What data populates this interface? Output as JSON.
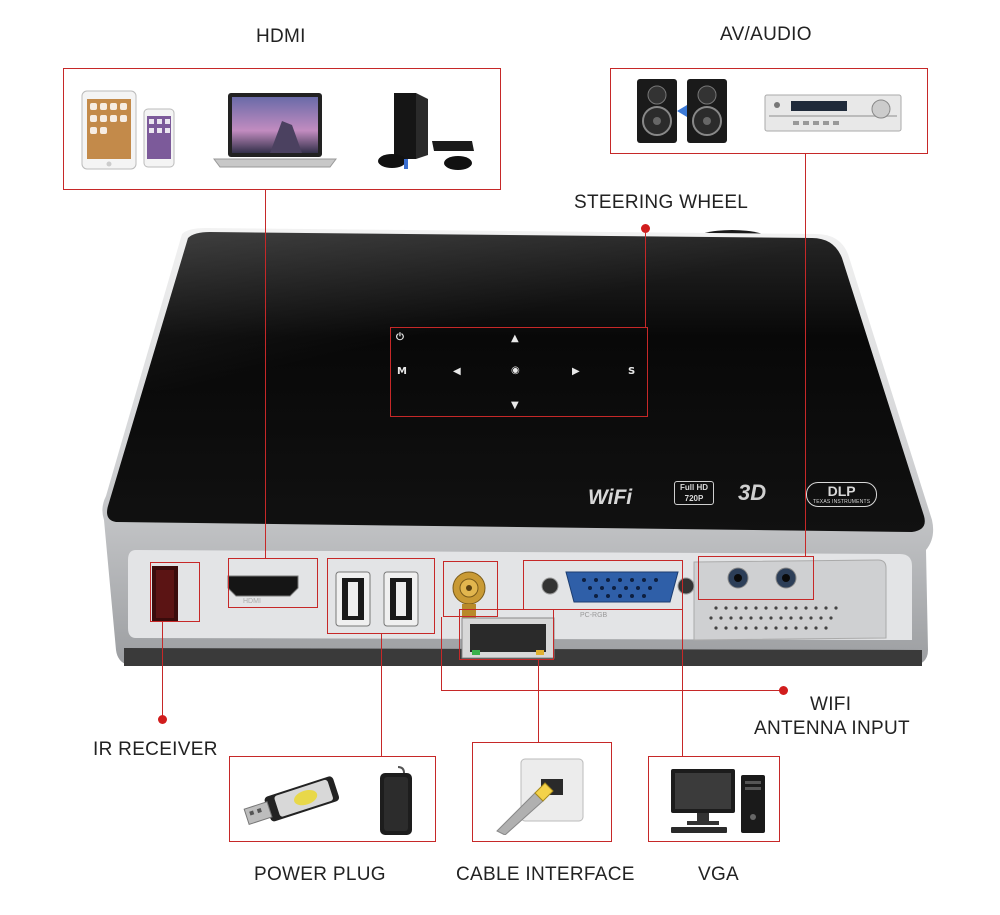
{
  "labels": {
    "hdmi": "HDMI",
    "av_audio": "AV/AUDIO",
    "steering_wheel": "STEERING WHEEL",
    "ir_receiver": "IR RECEIVER",
    "wifi_line1": "WIFI",
    "wifi_line2": "ANTENNA INPUT",
    "power_plug": "POWER PLUG",
    "cable_interface": "CABLE INTERFACE",
    "vga": "VGA"
  },
  "touch_panel": {
    "power": "⏻",
    "up": "▲",
    "menu": "M",
    "left": "◀",
    "ok": "◉",
    "right": "▶",
    "source": "S",
    "down": "▼"
  },
  "logos": {
    "wifi": "WiFi",
    "hd_line1": "Full HD",
    "hd_line2": "720P",
    "three_d": "3D",
    "dlp": "DLP",
    "dlp_sub": "TEXAS INSTRUMENTS"
  },
  "port_labels": {
    "hdmi": "HDMI",
    "vga": "PC-RGB"
  },
  "colors": {
    "accent_red": "#c62828",
    "device_black": "#0b0b0b",
    "device_silver": "#d9dadc"
  },
  "icons": [
    "tablet-phone-icon",
    "laptop-icon",
    "game-console-icon",
    "speakers-icon",
    "av-receiver-icon",
    "usb-flash-drive-icon",
    "power-bank-icon",
    "ethernet-jack-icon",
    "desktop-computer-icon"
  ]
}
